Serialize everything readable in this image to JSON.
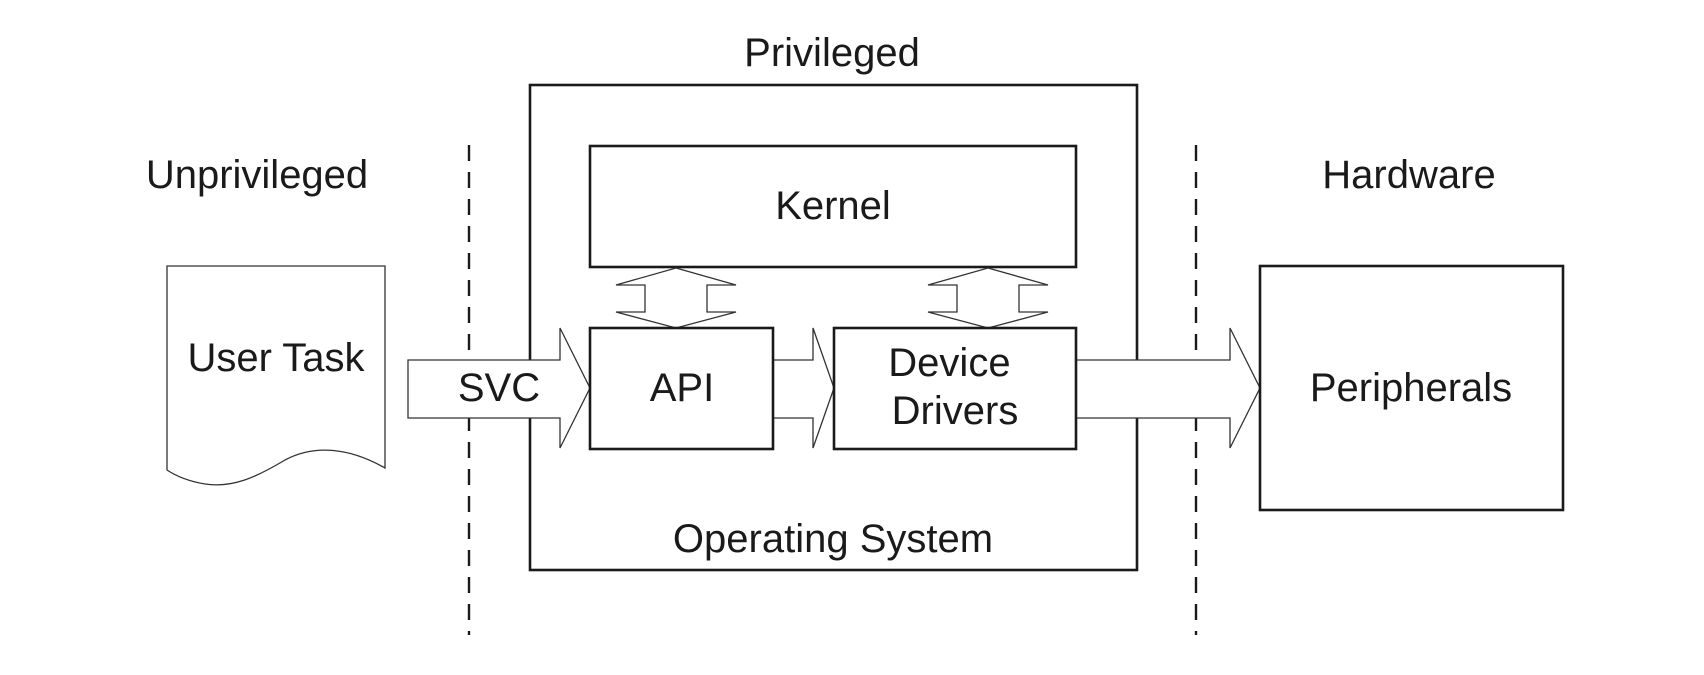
{
  "zones": {
    "unprivileged": "Unprivileged",
    "privileged": "Privileged",
    "hardware": "Hardware"
  },
  "nodes": {
    "user_task": "User Task",
    "svc": "SVC",
    "kernel": "Kernel",
    "api": "API",
    "device_drivers": [
      "Device",
      "Drivers"
    ],
    "operating_system": "Operating System",
    "peripherals": "Peripherals"
  }
}
